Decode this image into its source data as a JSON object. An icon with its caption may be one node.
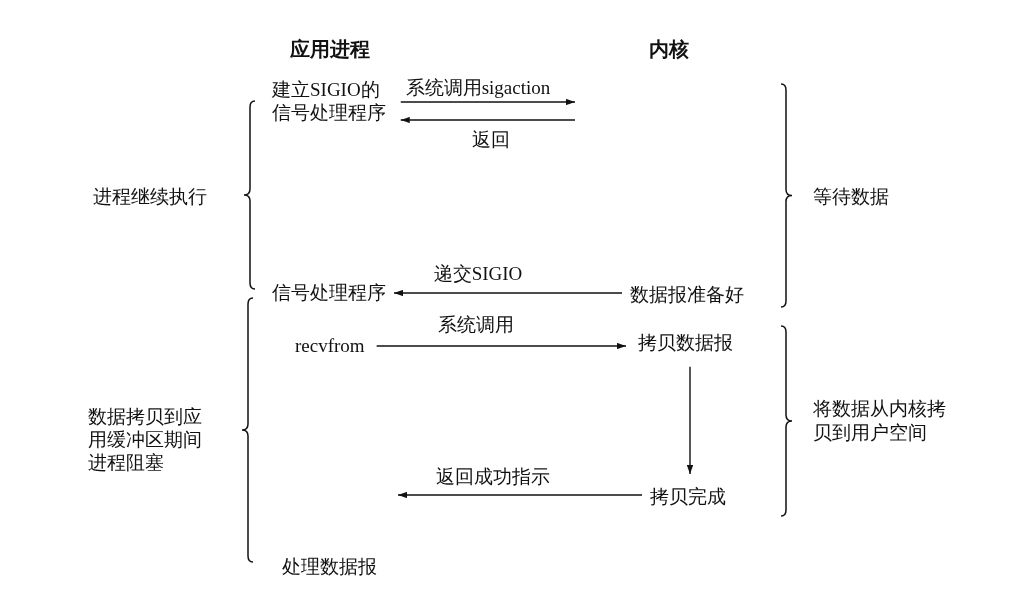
{
  "diagram": {
    "nodes": [
      {
        "text": [
          "建立SIGIO的信号处理程序"
        ]
      },
      {
        "text": [
          "信号处理程序"
        ]
      },
      {
        "text": [
          "数据报准备好"
        ]
      },
      {
        "text": [
          "recvfrom"
        ]
      },
      {
        "text": [
          "拷贝数据报"
        ]
      },
      {
        "text": [
          "拷贝完成"
        ]
      }
    ],
    "edges": [
      {
        "from": 0,
        "to": null,
        "arrow": "to",
        "label": "系统调用sigaction"
      },
      {
        "from": null,
        "to": 0,
        "arrow": "to",
        "label": "返回"
      },
      {
        "from": 2,
        "to": 1,
        "arrow": "to",
        "label": "递交SIGIO"
      },
      {
        "from": 3,
        "to": 4,
        "arrow": "to",
        "label": "系统调用"
      },
      {
        "from": 4,
        "to": 5,
        "arrow": "to"
      },
      {
        "from": 5,
        "to": null,
        "arrow": "to",
        "label": "返回成功指示"
      }
    ],
    "labels": [
      "应用进程",
      "内核",
      "进程继续执行",
      "等待数据",
      "数据拷贝到应用缓冲区期间进程阻塞",
      "将数据从内核拷贝到用户空间",
      "处理数据报"
    ]
  }
}
